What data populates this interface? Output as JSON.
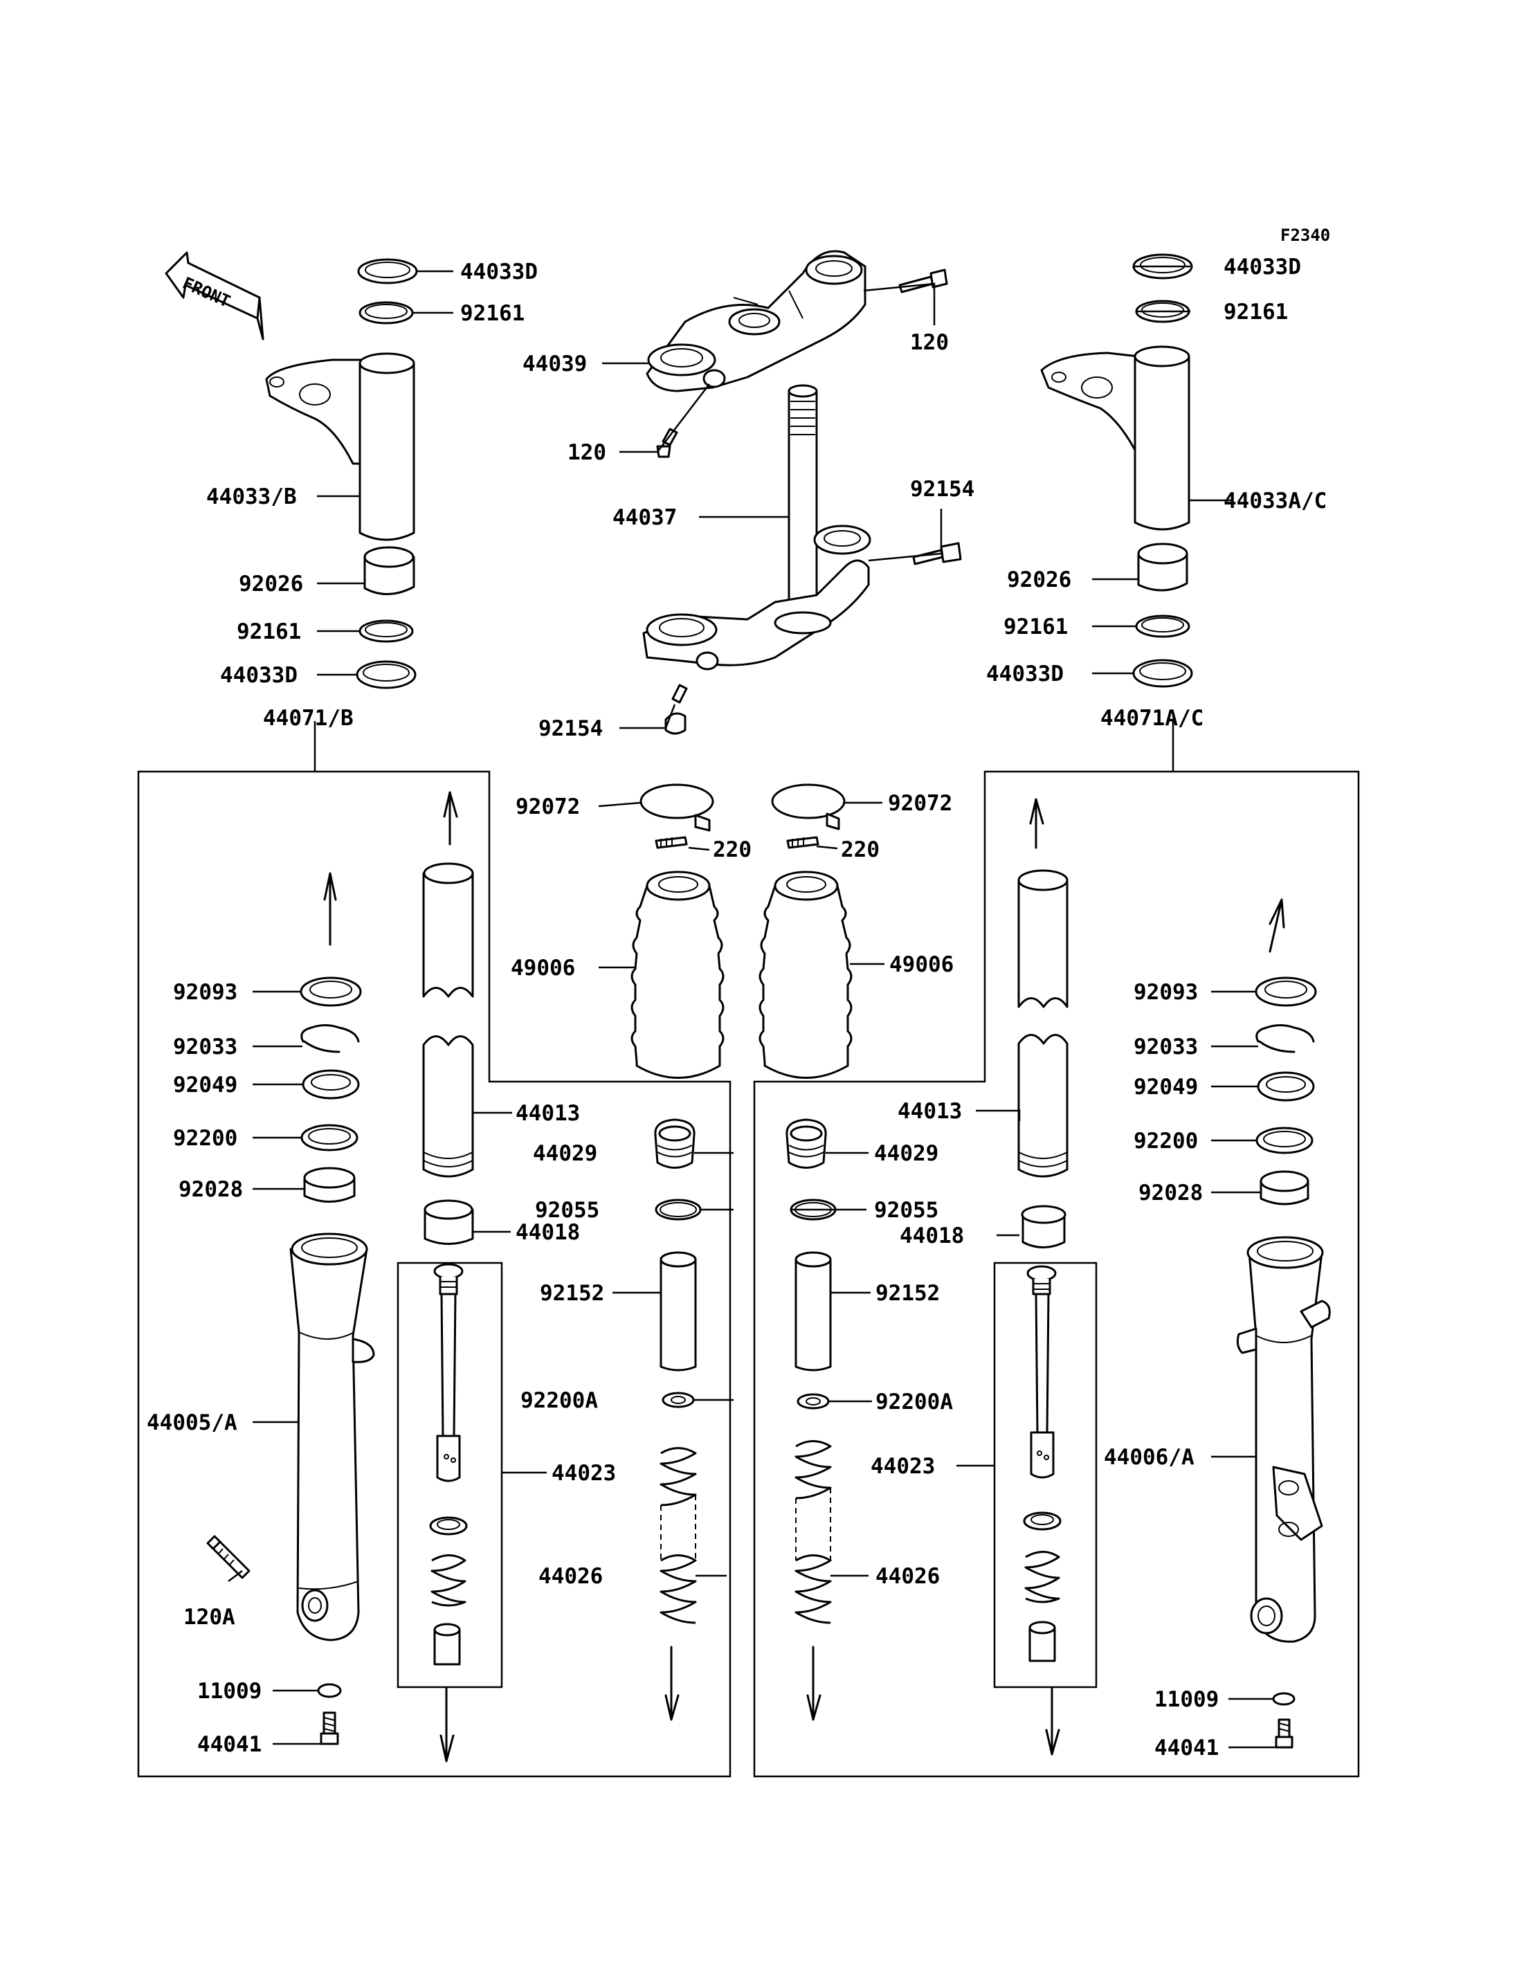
{
  "diagram": {
    "figure_code": "F2340",
    "front_label": "FRONT",
    "labels": {
      "l01": "44033D",
      "l02": "92161",
      "l03": "44033/B",
      "l04": "92026",
      "l05": "92161",
      "l06": "44033D",
      "l07": "44071/B",
      "l08": "44039",
      "l09": "120",
      "l10": "120",
      "l11": "44037",
      "l12": "92154",
      "l13": "92154",
      "l14": "44033D",
      "l15": "92161",
      "l16": "44033A/C",
      "l17": "92026",
      "l18": "92161",
      "l19": "44033D",
      "l20": "44071A/C",
      "l21": "92072",
      "l22": "220",
      "l23": "92072",
      "l24": "220",
      "l25": "49006",
      "l26": "49006",
      "l27": "92093",
      "l28": "92033",
      "l29": "92049",
      "l30": "92200",
      "l31": "92028",
      "l32": "44013",
      "l33": "44029",
      "l34": "92055",
      "l35": "44018",
      "l36": "92152",
      "l37": "92200A",
      "l38": "44005/A",
      "l39": "44023",
      "l40": "44026",
      "l41": "120A",
      "l42": "11009",
      "l43": "44041",
      "l44": "44013",
      "l45": "44029",
      "l46": "92055",
      "l47": "44018",
      "l48": "92152",
      "l49": "92200A",
      "l50": "44023",
      "l51": "44026",
      "l52": "92093",
      "l53": "92033",
      "l54": "92049",
      "l55": "92200",
      "l56": "92028",
      "l57": "44006/A",
      "l58": "11009",
      "l59": "44041"
    }
  }
}
